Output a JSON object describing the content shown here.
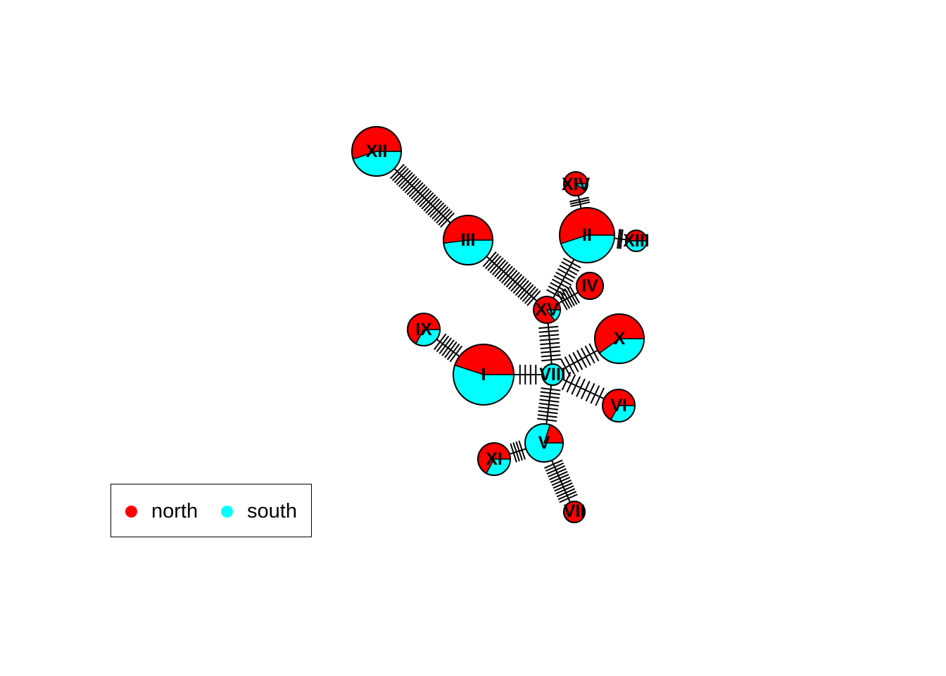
{
  "chart_data": {
    "type": "haplotype-network",
    "colors": {
      "north": "#FF0000",
      "south": "#00FFFF"
    },
    "nodes": [
      {
        "id": "I",
        "label": "I",
        "north": 0.45,
        "south": 0.55
      },
      {
        "id": "II",
        "label": "II",
        "north": 0.55,
        "south": 0.45
      },
      {
        "id": "III",
        "label": "III",
        "north": 0.52,
        "south": 0.48
      },
      {
        "id": "IV",
        "label": "IV",
        "north": 1.0,
        "south": 0.0
      },
      {
        "id": "V",
        "label": "V",
        "north": 0.2,
        "south": 0.8
      },
      {
        "id": "VI",
        "label": "VI",
        "north": 0.67,
        "south": 0.33
      },
      {
        "id": "VII",
        "label": "VII",
        "north": 1.0,
        "south": 0.0
      },
      {
        "id": "VIII",
        "label": "VIII",
        "north": 0.0,
        "south": 1.0
      },
      {
        "id": "IX",
        "label": "IX",
        "north": 0.67,
        "south": 0.33
      },
      {
        "id": "X",
        "label": "X",
        "north": 0.6,
        "south": 0.4
      },
      {
        "id": "XI",
        "label": "XI",
        "north": 0.67,
        "south": 0.33
      },
      {
        "id": "XII",
        "label": "XII",
        "north": 0.55,
        "south": 0.45
      },
      {
        "id": "XIII",
        "label": "XIII",
        "north": 0.5,
        "south": 0.5
      },
      {
        "id": "XIV",
        "label": "XIV",
        "north": 0.9,
        "south": 0.1
      },
      {
        "id": "XV",
        "label": "XV",
        "north": 0.85,
        "south": 0.15
      }
    ],
    "edges": [
      {
        "from": "XII",
        "to": "III",
        "steps": 25
      },
      {
        "from": "III",
        "to": "XV",
        "steps": 20
      },
      {
        "from": "XV",
        "to": "II",
        "steps": 10
      },
      {
        "from": "XV",
        "to": "IV",
        "steps": 6
      },
      {
        "from": "II",
        "to": "XIV",
        "steps": 3
      },
      {
        "from": "II",
        "to": "XIII",
        "steps": 3
      },
      {
        "from": "XV",
        "to": "VIII",
        "steps": 9
      },
      {
        "from": "IX",
        "to": "I",
        "steps": 7
      },
      {
        "from": "I",
        "to": "VIII",
        "steps": 4
      },
      {
        "from": "VIII",
        "to": "X",
        "steps": 8
      },
      {
        "from": "VIII",
        "to": "VI",
        "steps": 8
      },
      {
        "from": "VIII",
        "to": "V",
        "steps": 9
      },
      {
        "from": "V",
        "to": "XI",
        "steps": 4
      },
      {
        "from": "V",
        "to": "VII",
        "steps": 13
      }
    ],
    "legend": [
      {
        "label": "north",
        "color": "#FF0000"
      },
      {
        "label": "south",
        "color": "#00FFFF"
      }
    ]
  }
}
